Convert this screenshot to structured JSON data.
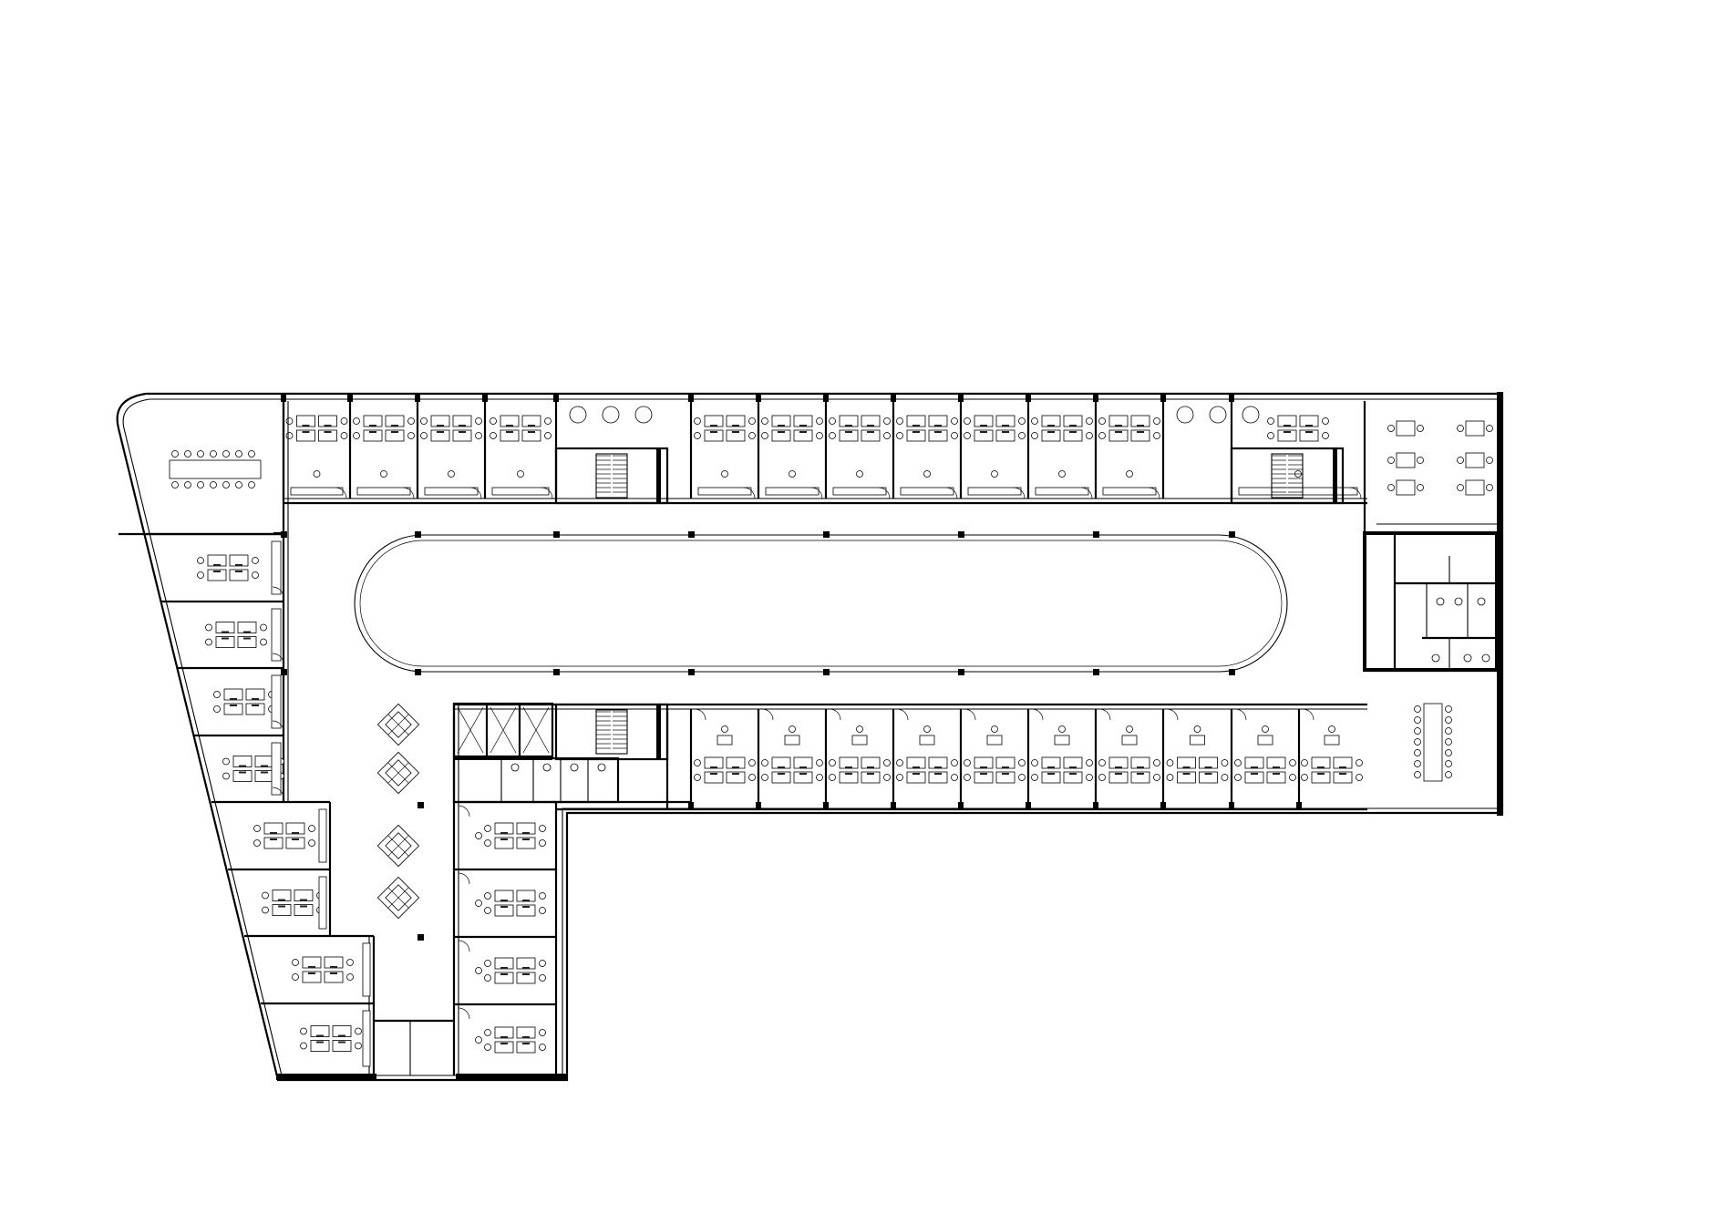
{
  "drawing": {
    "kind": "architectural-floor-plan",
    "line_color": "#000000",
    "background": "#ffffff"
  },
  "rooms": {
    "north_offices": 15,
    "south_offices": 10,
    "west_offices": 8,
    "southwest_offices": 4,
    "stairs": 3,
    "elevators": 3,
    "meeting_rooms": 2
  }
}
